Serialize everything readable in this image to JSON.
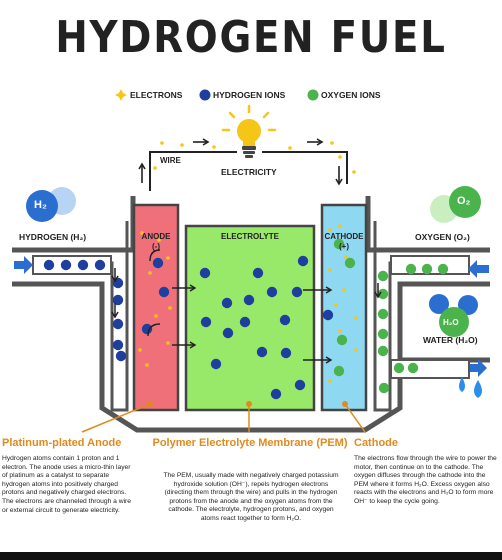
{
  "title": "HYDROGEN FUEL",
  "legend": {
    "electrons": "ELECTRONS",
    "hydrogen_ions": "HYDROGEN IONS",
    "oxygen_ions": "OXYGEN IONS"
  },
  "labels": {
    "wire": "WIRE",
    "electricity": "ELECTRICITY",
    "hydrogen_input": "HYDROGEN (H₂)",
    "oxygen_input": "OXYGEN (O₂)",
    "water_output": "WATER (H₂O)",
    "anode": "ANODE",
    "anode_sign": "(-)",
    "cathode": "CATHODE",
    "cathode_sign": "(+)",
    "electrolyte": "ELECTROLYTE",
    "h2_bubble": "H₂",
    "o2_bubble": "O₂",
    "h2o_bubble": "H₂O"
  },
  "colors": {
    "title": "#222222",
    "electron": "#f5c518",
    "hydrogen_ion": "#1f3f9e",
    "oxygen_ion": "#4bb34b",
    "anode": "#f0707a",
    "electrolyte": "#98e86a",
    "cathode": "#8ed8f2",
    "casing": "#5a5a5a",
    "heading": "#e08a1e"
  },
  "sections": {
    "anode": {
      "heading": "Platinum-plated Anode",
      "text": "Hydrogen atoms contain 1 proton and 1 electron. The anode uses a micro-thin layer of platinum as a catalyst to separate hydrogen atoms into positively charged protons and negatively charged electrons. The electrons are channeled through a wire or external circuit to generate electricity."
    },
    "pem": {
      "heading": "Polymer Electrolyte Membrane (PEM)",
      "text": "The PEM, usually made with negatively charged potassium hydroxide solution (OH⁻), repels hydrogen electrons (directing them through the wire) and pulls in the hydrogen protons from the anode and the oxygen atoms from the cathode. The electrolyte, hydrogen protons, and oxygen atoms react together to form H₂O."
    },
    "cathode": {
      "heading": "Cathode",
      "text": "The electrons flow through the wire to power the motor, then continue on to the cathode. The oxygen diffuses through the cathode into the PEM where it forms H₂O. Excess oxygen also reacts with the electrons and H₂O to form more OH⁻ to keep the cycle going."
    }
  }
}
